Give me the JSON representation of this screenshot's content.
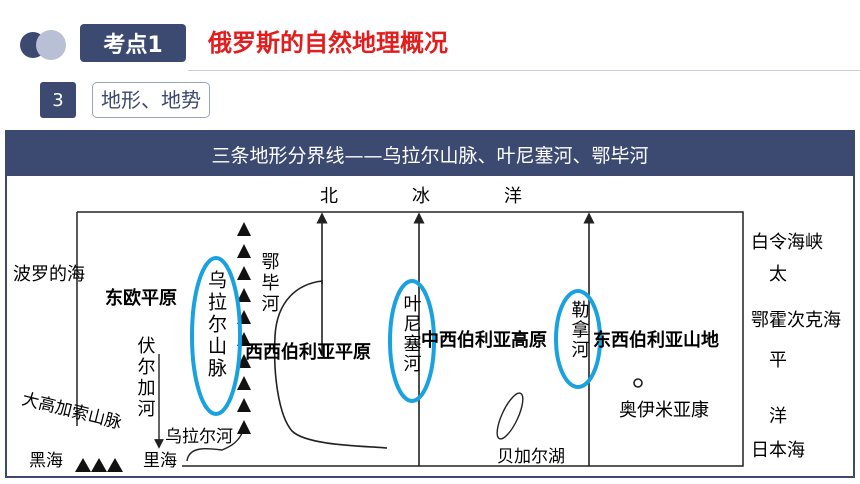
{
  "header": {
    "label": "考点1",
    "title": "俄罗斯的自然地理概况"
  },
  "section": {
    "number": "3",
    "title": "地形、地势"
  },
  "panel": {
    "title": "三条地形分界线——乌拉尔山脉、叶尼塞河、鄂毕河"
  },
  "map": {
    "ocean": [
      "北",
      "冰",
      "洋"
    ],
    "left_labels": {
      "baltic": "波罗的海",
      "caucasus": "大高加索山脉",
      "black_sea": "黑海",
      "caspian": "里海"
    },
    "regions": {
      "east_european": "东欧平原",
      "west_siberian": "西西伯利亚平原",
      "central_siberian": "中西伯利亚高原",
      "east_siberian": "东西伯利亚山地"
    },
    "rivers": {
      "volga": "伏尔加河",
      "ural_river": "乌拉尔河",
      "ob": "鄂毕河",
      "yenisei": "叶尼塞河",
      "lena": "勒拿河"
    },
    "mountains": {
      "ural": "乌拉尔山脉"
    },
    "places": {
      "baikal": "贝加尔湖",
      "oymyakon": "奥伊米亚康"
    },
    "right_labels": {
      "bering_1": "白令海峡",
      "bering_2": "太",
      "okhotsk_1": "鄂霍次克海",
      "okhotsk_2": "平",
      "pacific_3": "洋",
      "japan_sea": "日本海"
    },
    "accent_color": "#1aa1df"
  }
}
